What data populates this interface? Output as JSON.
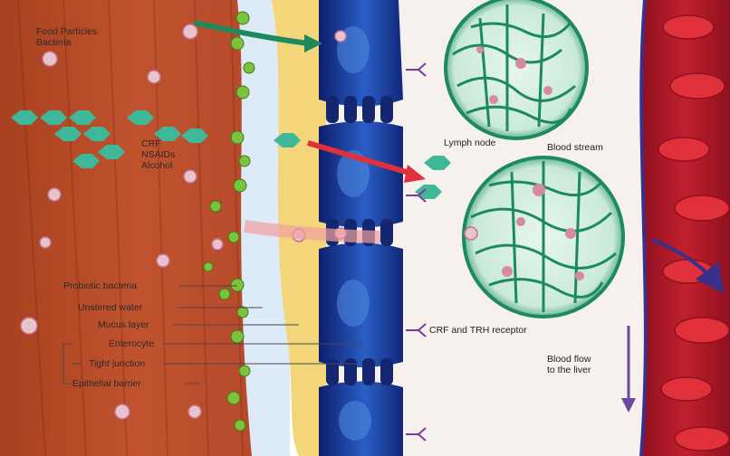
{
  "labels": {
    "food_particles": "Food Particles",
    "bacteria": "Bacteria",
    "crf": "CRF",
    "nsaids": "NSAIDs",
    "alcohol": "Alcohol",
    "lymph_node": "Lymph node",
    "blood_stream": "Blood stream",
    "probiotic_bacteria": "Probiotic bacteria",
    "unstirred_water": "Unstirred water",
    "mucus_layer": "Mucus layer",
    "enterocyte": "Enterocyte",
    "tight_junction": "Tight junction",
    "epithelial_barrier": "Epithelial barrier",
    "crf_trh_receptor": "CRF and TRH receptor",
    "blood_flow_line1": "Blood flow",
    "blood_flow_line2": "to the liver"
  },
  "colors": {
    "muscle": "#b84a2a",
    "mucus": "#f3d67a",
    "water": "#dcebf7",
    "enterocyte": "#1c3d9a",
    "lymph": "#1d8a5e",
    "blood_vessel": "#b31a2a",
    "hexagon": "#3fb89a",
    "bacteria": "#7cc23d"
  }
}
